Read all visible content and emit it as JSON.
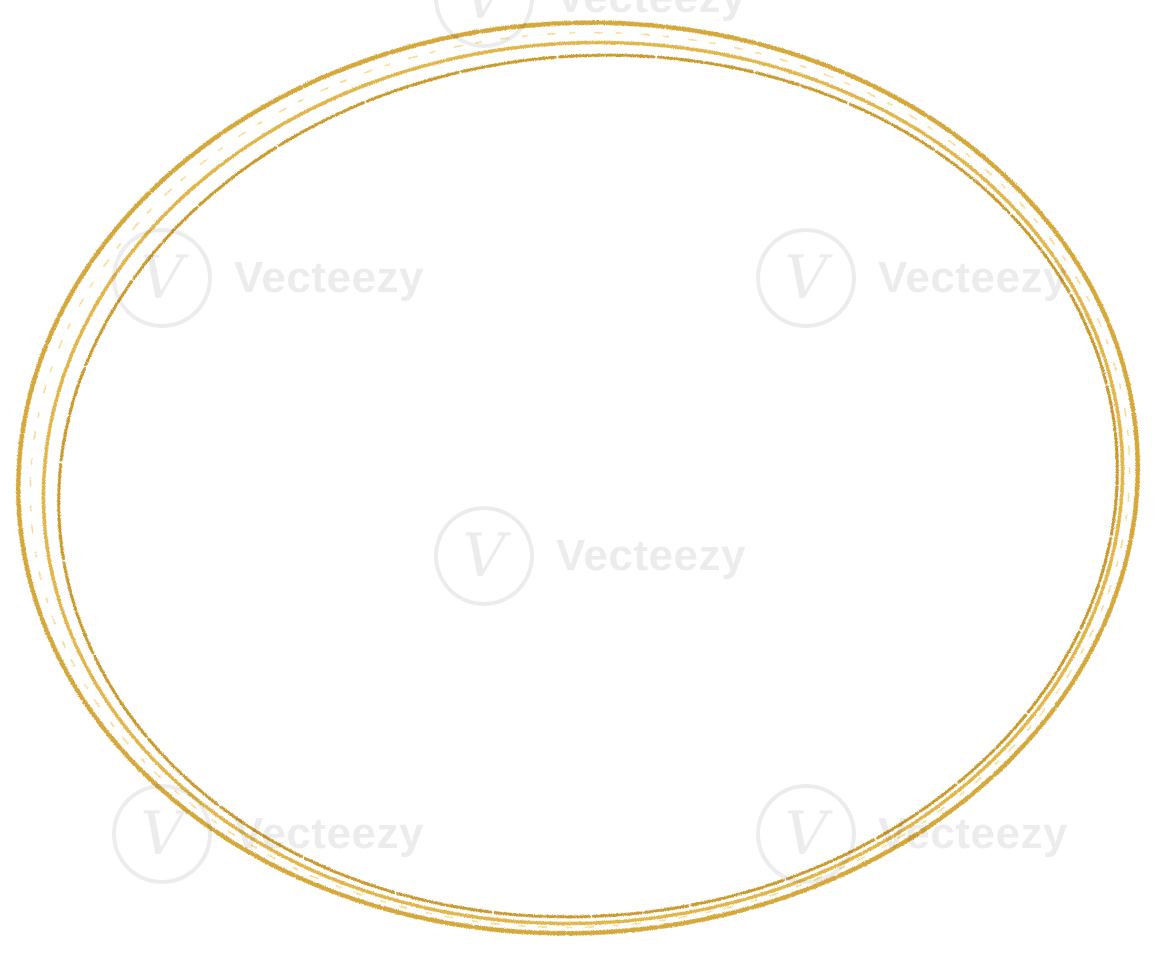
{
  "image": {
    "background_color": "#ffffff",
    "frame": {
      "shape": "triple-oval",
      "style": "gold-glitter",
      "stroke_color": "#d4a83a",
      "highlight_color": "#f0d27a",
      "shadow_color": "#b8861f"
    },
    "watermark": {
      "brand_text": "Vecteezy",
      "logo_glyph": "V",
      "color": "#000000",
      "icon": "vecteezy-logo-icon"
    }
  }
}
